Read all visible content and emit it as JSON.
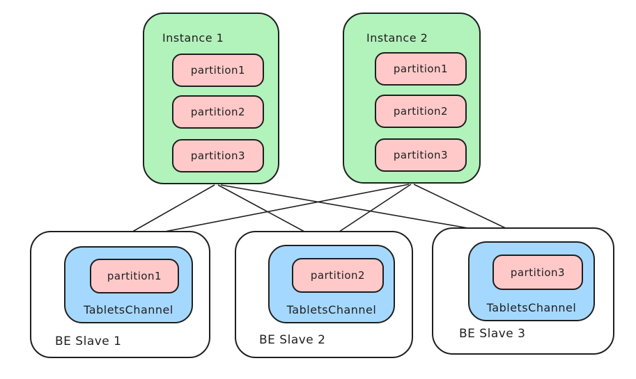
{
  "diagram": {
    "type": "architecture-diagram",
    "colors": {
      "instance_fill": "#b2f2bb",
      "partition_fill": "#ffc9c9",
      "channel_fill": "#a5d8ff",
      "slave_fill": "#ffffff",
      "stroke": "#1e1e1e",
      "background": "#ffffff"
    },
    "instances": [
      {
        "label": "Instance 1",
        "partitions": [
          "partition1",
          "partition2",
          "partition3"
        ]
      },
      {
        "label": "Instance 2",
        "partitions": [
          "partition1",
          "partition2",
          "partition3"
        ]
      }
    ],
    "be_slaves": [
      {
        "label": "BE Slave 1",
        "channel": "TabletsChannel",
        "partition": "partition1"
      },
      {
        "label": "BE Slave 2",
        "channel": "TabletsChannel",
        "partition": "partition2"
      },
      {
        "label": "BE Slave 3",
        "channel": "TabletsChannel",
        "partition": "partition3"
      }
    ],
    "edges": [
      {
        "from": "Instance 1",
        "to": "BE Slave 1"
      },
      {
        "from": "Instance 1",
        "to": "BE Slave 2"
      },
      {
        "from": "Instance 1",
        "to": "BE Slave 3"
      },
      {
        "from": "Instance 2",
        "to": "BE Slave 1"
      },
      {
        "from": "Instance 2",
        "to": "BE Slave 2"
      },
      {
        "from": "Instance 2",
        "to": "BE Slave 3"
      }
    ]
  }
}
